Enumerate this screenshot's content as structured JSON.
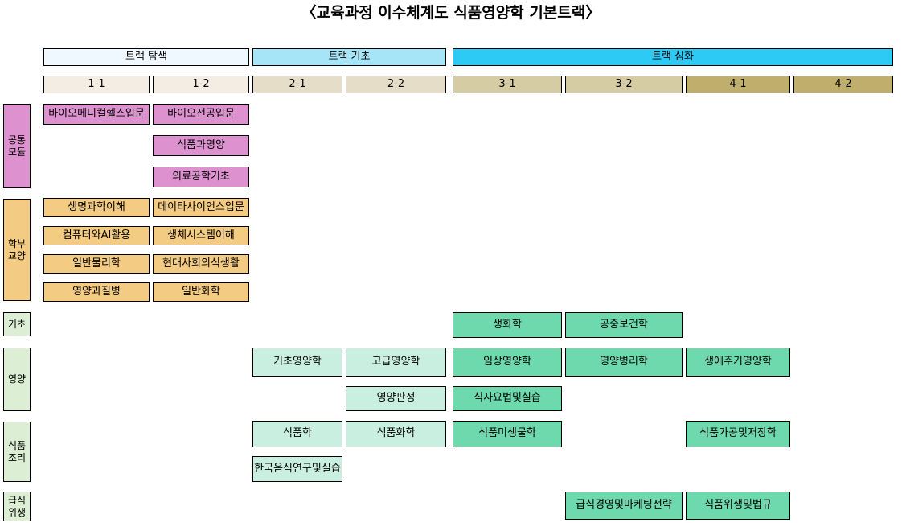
{
  "title": "〈교육과정 이수체계도 식품영양학 기본트랙〉",
  "colors": {
    "track_explore": "#f0f8ff",
    "track_basic": "#a6e4f8",
    "track_deep": "#2ecaf6",
    "sem_1": "#f3ede3",
    "sem_2": "#e6ddc9",
    "sem_3": "#d6cca3",
    "sem_4": "#bfae6c",
    "module_common": "#dd92cf",
    "module_liberal": "#f4cb82",
    "major_dark": "#6dd9ad",
    "major_light": "#c9efe0",
    "cat_major": "#dcefd5"
  },
  "tracks": [
    {
      "label": "트랙 탐색"
    },
    {
      "label": "트랙 기초"
    },
    {
      "label": "트랙 심화"
    }
  ],
  "semesters": [
    {
      "label": "1-1"
    },
    {
      "label": "1-2"
    },
    {
      "label": "2-1"
    },
    {
      "label": "2-2"
    },
    {
      "label": "3-1"
    },
    {
      "label": "3-2"
    },
    {
      "label": "4-1"
    },
    {
      "label": "4-2"
    }
  ],
  "categories": [
    {
      "label": "공통\n모듈"
    },
    {
      "label": "학부\n교양"
    },
    {
      "label": "기초"
    },
    {
      "label": "영양"
    },
    {
      "label": "식품\n조리"
    },
    {
      "label": "급식\n위생"
    }
  ],
  "courses": [
    {
      "label": "바이오메디컬헬스입문"
    },
    {
      "label": "바이오전공입문"
    },
    {
      "label": "식품과영양"
    },
    {
      "label": "의료공학기초"
    },
    {
      "label": "생명과학이해"
    },
    {
      "label": "데이타사이언스입문"
    },
    {
      "label": "컴퓨터와AI활용"
    },
    {
      "label": "생체시스템이해"
    },
    {
      "label": "일반물리학"
    },
    {
      "label": "현대사회의식생활"
    },
    {
      "label": "영양과질병"
    },
    {
      "label": "일반화학"
    },
    {
      "label": "생화학"
    },
    {
      "label": "공중보건학"
    },
    {
      "label": "기초영양학"
    },
    {
      "label": "고급영양학"
    },
    {
      "label": "임상영양학"
    },
    {
      "label": "영양병리학"
    },
    {
      "label": "생애주기영양학"
    },
    {
      "label": "영양판정"
    },
    {
      "label": "식사요법및실습"
    },
    {
      "label": "식품학"
    },
    {
      "label": "식품화학"
    },
    {
      "label": "식품미생물학"
    },
    {
      "label": "식품가공및저장학"
    },
    {
      "label": "한국음식연구및실습"
    },
    {
      "label": "급식경영및마케팅전략"
    },
    {
      "label": "식품위생및법규"
    }
  ]
}
